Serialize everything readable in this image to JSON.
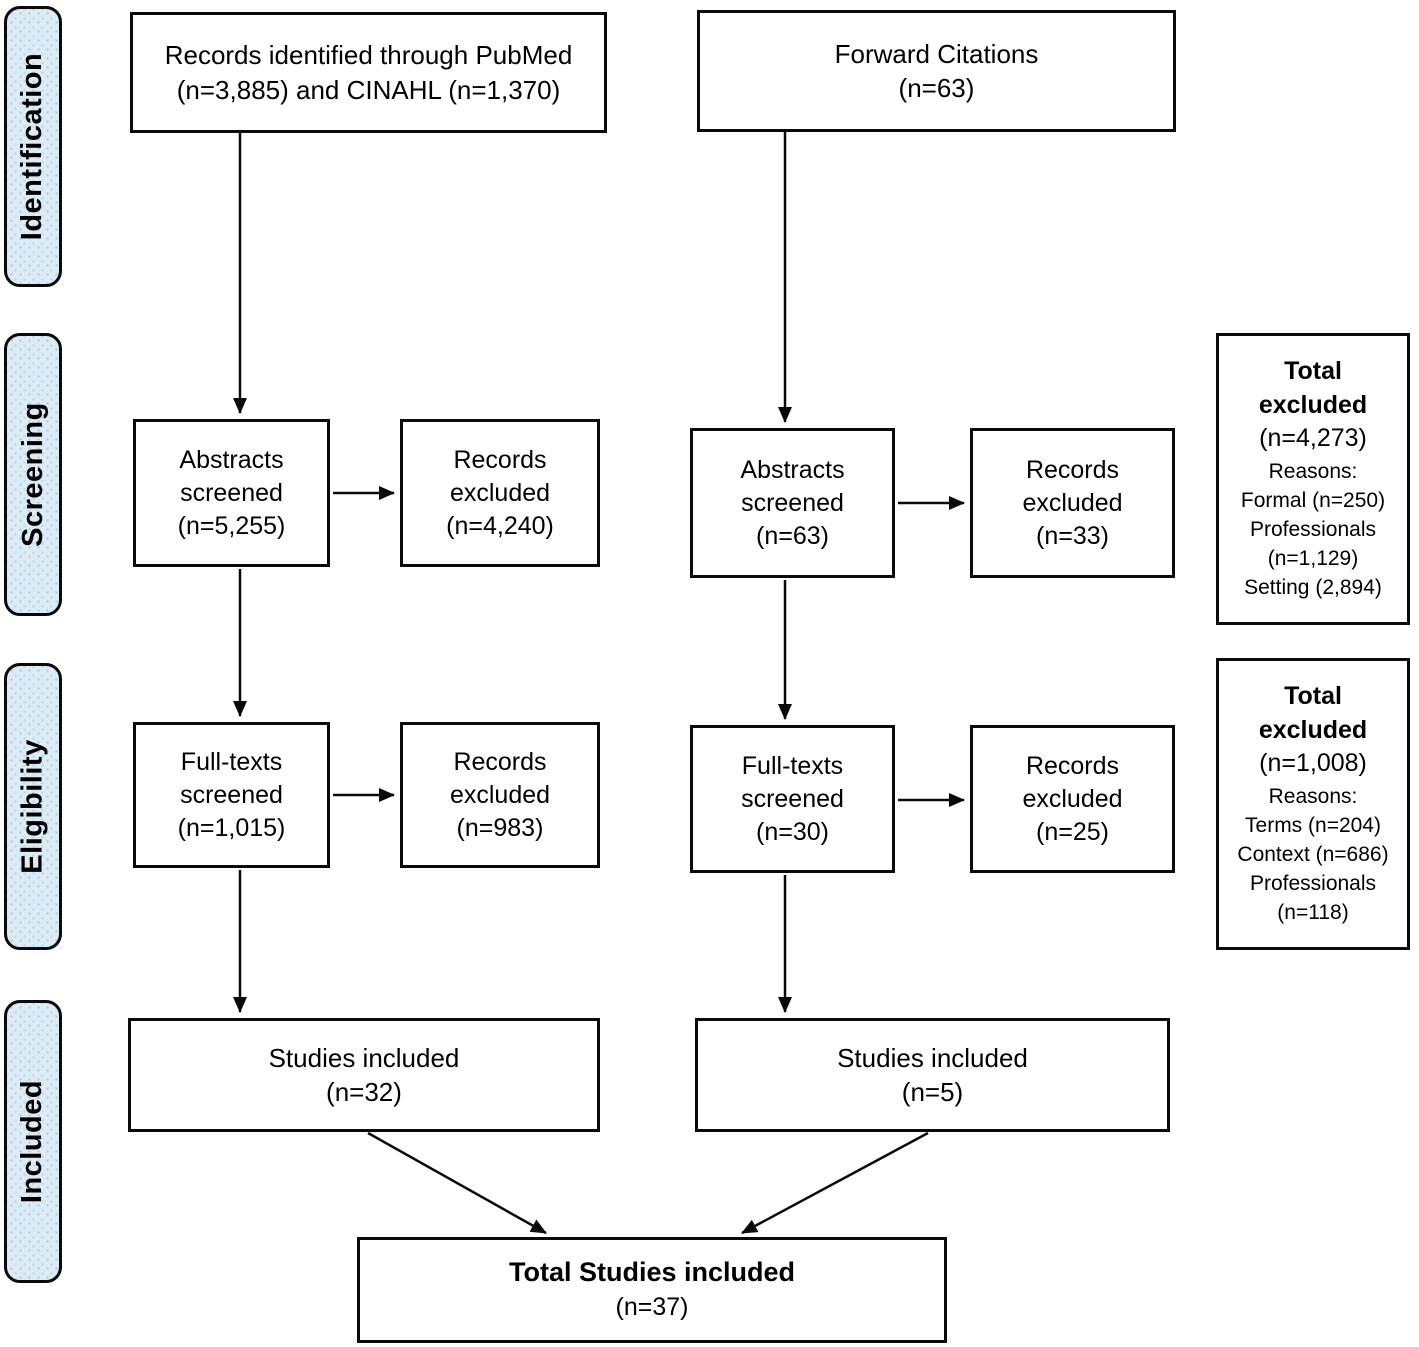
{
  "stages": {
    "identification": "Identification",
    "screening": "Screening",
    "eligibility": "Eligibility",
    "included": "Included"
  },
  "pubmed_flow": {
    "identified": "Records identified through PubMed\n(n=3,885) and CINAHL (n=1,370)",
    "abstracts_screened": "Abstracts\nscreened\n(n=5,255)",
    "abstracts_excluded": "Records\nexcluded\n(n=4,240)",
    "fulltexts_screened": "Full-texts\nscreened\n(n=1,015)",
    "fulltexts_excluded": "Records\nexcluded\n(n=983)",
    "studies_included": "Studies included\n(n=32)"
  },
  "citation_flow": {
    "identified": "Forward Citations\n(n=63)",
    "abstracts_screened": "Abstracts\nscreened\n(n=63)",
    "abstracts_excluded": "Records\nexcluded\n(n=33)",
    "fulltexts_screened": "Full-texts\nscreened\n(n=30)",
    "fulltexts_excluded": "Records\nexcluded\n(n=25)",
    "studies_included": "Studies included\n(n=5)"
  },
  "exclusion_panels": {
    "screening": {
      "title": "Total\nexcluded",
      "count": "(n=4,273)",
      "reasons": "Reasons:\nFormal (n=250)\nProfessionals\n(n=1,129)\nSetting (2,894)"
    },
    "eligibility": {
      "title": "Total\nexcluded",
      "count": "(n=1,008)",
      "reasons": "Reasons:\nTerms (n=204)\nContext (n=686)\nProfessionals\n(n=118)"
    }
  },
  "total_box": {
    "title": "Total Studies included",
    "count": "(n=37)"
  },
  "colors": {
    "stage_fill": "#d9ecf8",
    "box_fill": "#ffffff",
    "border": "#000000"
  }
}
